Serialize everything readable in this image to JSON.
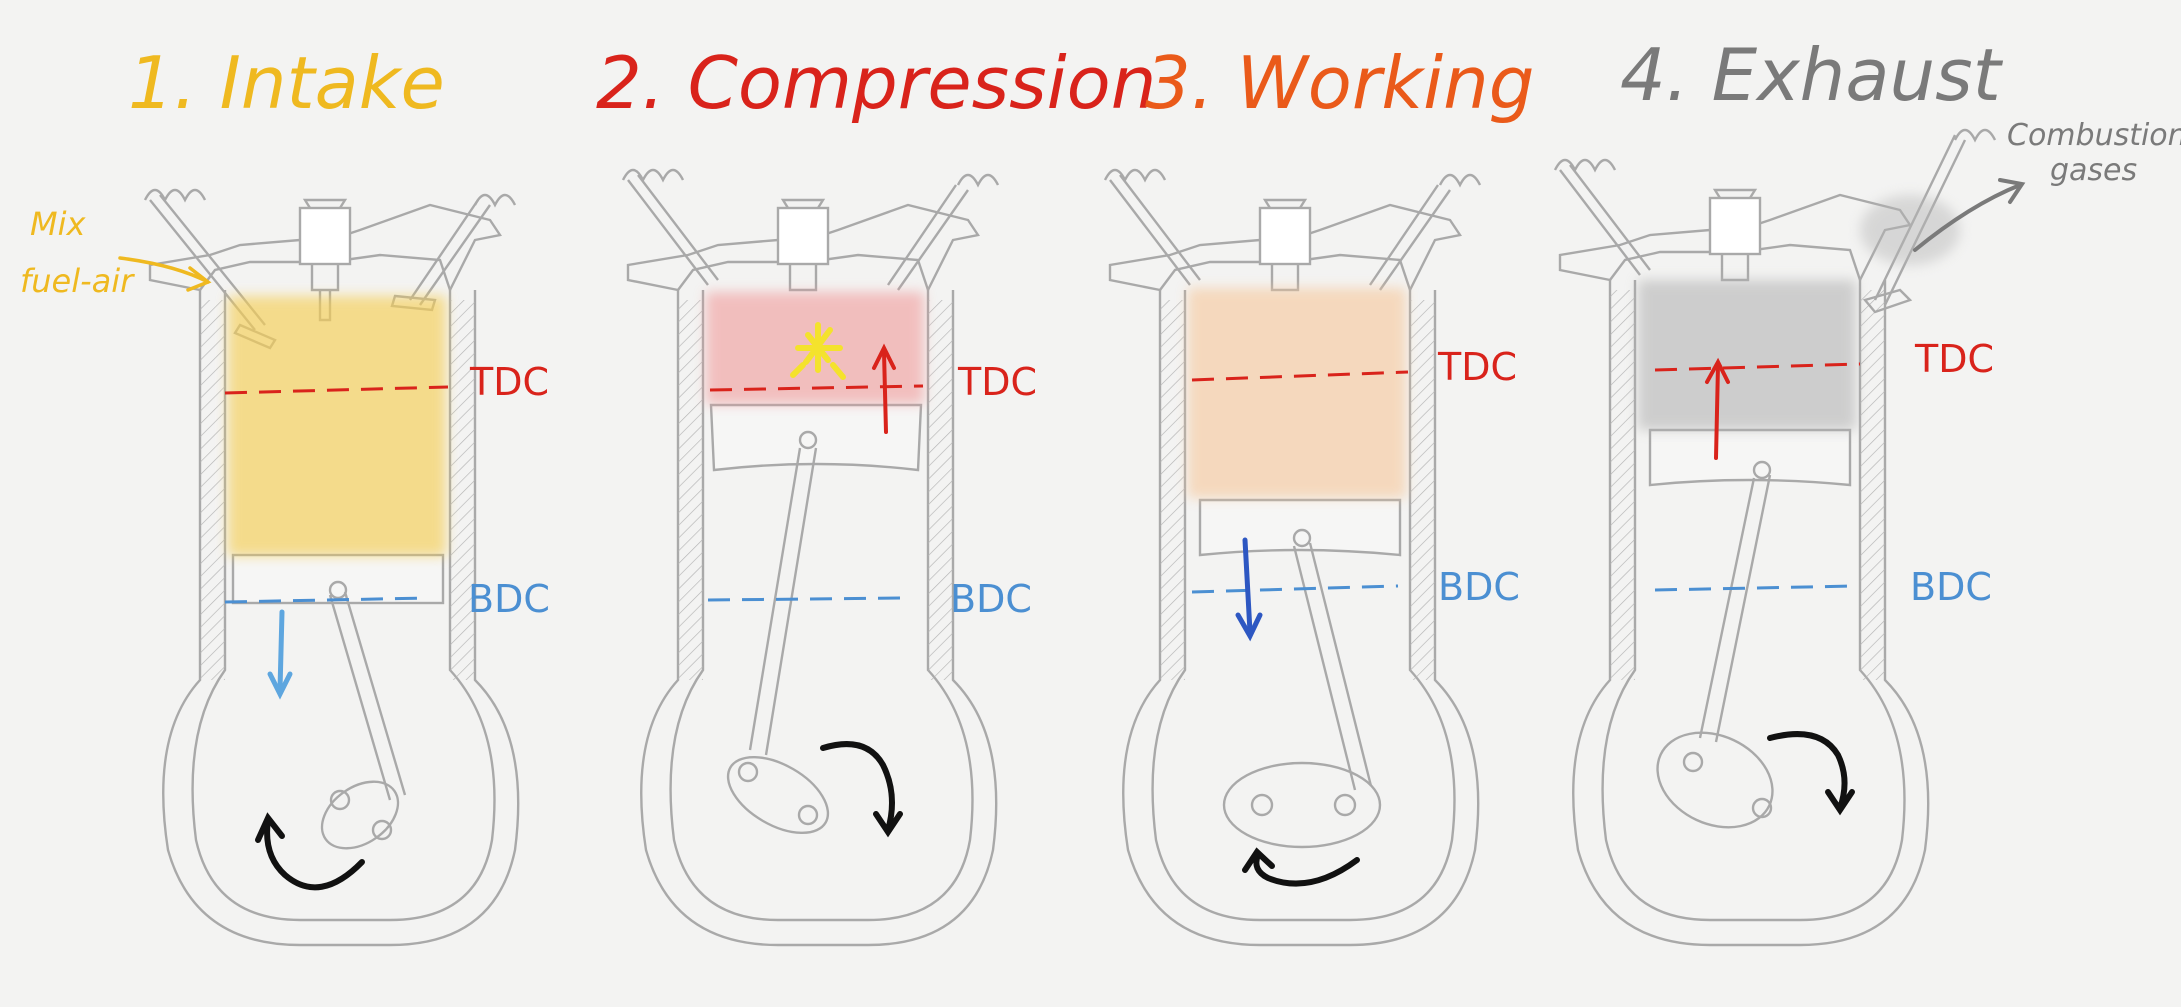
{
  "colors": {
    "background": "#f3f3f2",
    "intake": "#efb920",
    "compression": "#d9231b",
    "working": "#ea5a1a",
    "exhaust": "#7a7a7a",
    "tdc_line": "#d9231b",
    "bdc_line": "#4b8fd2",
    "pencil": "#a9a9a9",
    "intake_fill": "#f6cf55",
    "compression_fill": "#f19b9b",
    "working_fill": "#f7c79a",
    "exhaust_fill": "#b5b5b5",
    "arrow_up": "#d9231b",
    "arrow_down_intake": "#5ea6df",
    "arrow_down_working": "#2d57c2",
    "rotation": "#111111",
    "spark": "#f4e22c"
  },
  "labels": {
    "tdc": "TDC",
    "bdc": "BDC"
  },
  "stages": [
    {
      "title": "1. Intake",
      "color_key": "intake"
    },
    {
      "title": "2. Compression",
      "color_key": "compression"
    },
    {
      "title": "3. Working",
      "color_key": "working"
    },
    {
      "title": "4. Exhaust",
      "color_key": "exhaust"
    }
  ],
  "annotations": {
    "mix_line1": "Mix",
    "mix_line2": "fuel-air",
    "gases_line1": "Combustion",
    "gases_line2": "gases"
  },
  "icons": {
    "spark": "spark-icon",
    "arrow_up": "arrow-up-icon",
    "arrow_down": "arrow-down-icon",
    "rotation_clockwise": "rotation-clockwise-icon",
    "rotation_counterclockwise": "rotation-counterclockwise-icon"
  }
}
